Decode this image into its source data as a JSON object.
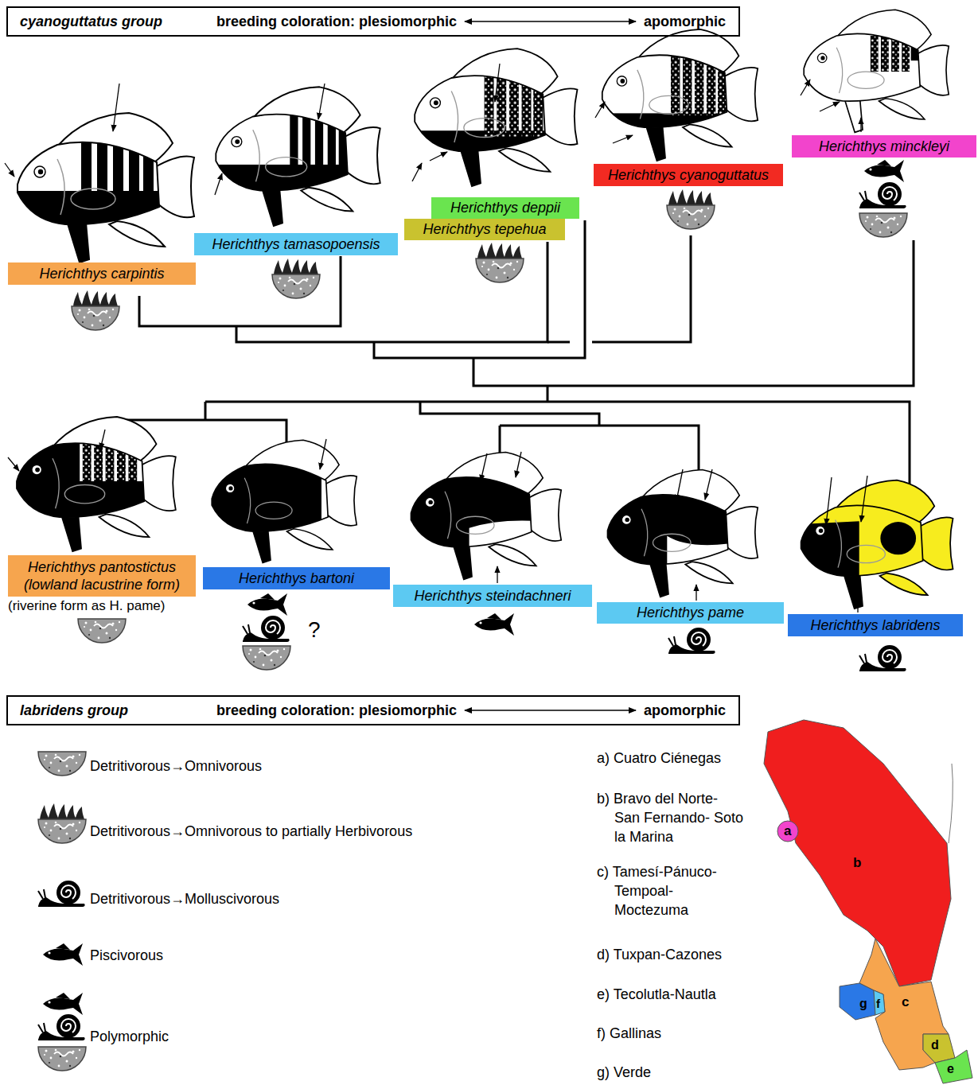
{
  "diagram": {
    "nodes": [
      {
        "text": [
          "cyanoguttatus group",
          "breeding coloration: plesiomorphic",
          "apomorphic"
        ]
      },
      {
        "text": [
          "Herichthys carpintis"
        ]
      },
      {
        "text": [
          "Herichthys tamasopoensis"
        ]
      },
      {
        "text": [
          "Herichthys deppii"
        ]
      },
      {
        "text": [
          "Herichthys tepehua"
        ]
      },
      {
        "text": [
          "Herichthys cyanoguttatus"
        ]
      },
      {
        "text": [
          "Herichthys minckleyi"
        ]
      },
      {
        "text": [
          "Herichthys pantostictus (lowland lacustrine form)"
        ]
      },
      {
        "text": [
          "Herichthys bartoni"
        ]
      },
      {
        "text": [
          "Herichthys steindachneri"
        ]
      },
      {
        "text": [
          "Herichthys pame"
        ]
      },
      {
        "text": [
          "Herichthys labridens"
        ]
      },
      {
        "text": [
          "labridens group",
          "breeding coloration: plesiomorphic",
          "apomorphic"
        ]
      }
    ],
    "labels": [
      "(riverine form as H. pame)",
      "?",
      "a) Cuatro Ciénegas",
      "b) Bravo del Norte- San Fernando- Soto la Marina",
      "c) Tamesí-Pánuco- Tempoal- Moctezuma",
      "d) Tuxpan-Cazones",
      "e) Tecolutla-Nautla",
      "f) Gallinas",
      "g) Verde",
      "a",
      "b",
      "c",
      "d",
      "e",
      "f",
      "g"
    ],
    "legend": [
      {
        "text": "Detritivorous→Omnivorous"
      },
      {
        "text": "Detritivorous→Omnivorous to partially Herbivorous"
      },
      {
        "text": "Detritivorous→Molluscivorous"
      },
      {
        "text": "Piscivorous"
      },
      {
        "text": "Polymorphic"
      }
    ]
  }
}
